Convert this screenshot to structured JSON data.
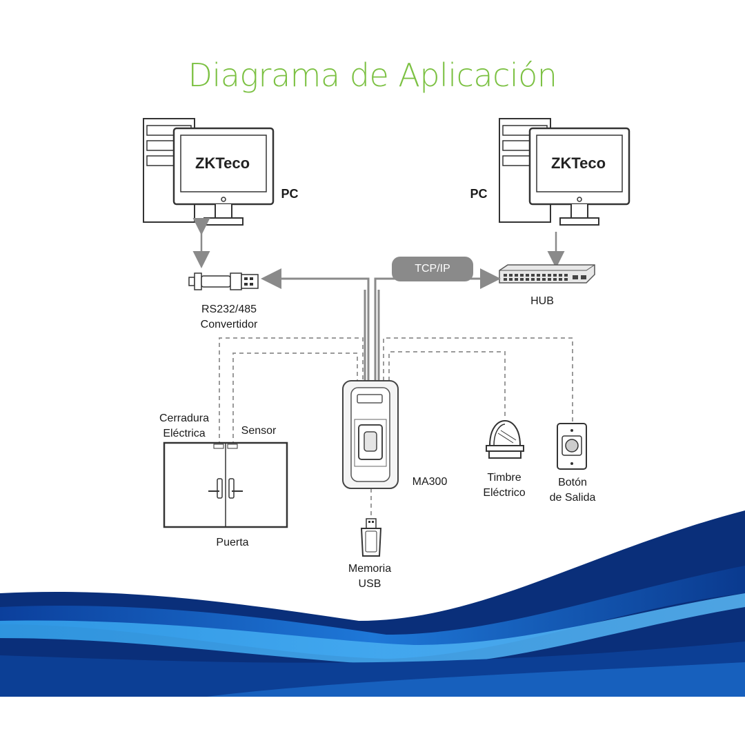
{
  "title": "Diagrama de Aplicación",
  "pc_left": {
    "label": "PC",
    "logo": "ZKTeco"
  },
  "pc_right": {
    "label": "PC",
    "logo": "ZKTeco"
  },
  "converter": {
    "line1": "RS232/485",
    "line2": "Convertidor"
  },
  "tcp_label": "TCP/IP",
  "hub_label": "HUB",
  "door": {
    "lock_line1": "Cerradura",
    "lock_line2": "Eléctrica",
    "sensor": "Sensor",
    "label": "Puerta"
  },
  "device_label": "MA300",
  "usb": {
    "line1": "Memoria",
    "line2": "USB"
  },
  "bell": {
    "line1": "Timbre",
    "line2": "Eléctrico"
  },
  "exit_button": {
    "line1": "Botón",
    "line2": "de Salida"
  },
  "colors": {
    "title_green": "#7cc143",
    "line_gray": "#8a8a8a",
    "wave_dark": "#0a2f7a",
    "wave_light": "#1f8fe6"
  }
}
